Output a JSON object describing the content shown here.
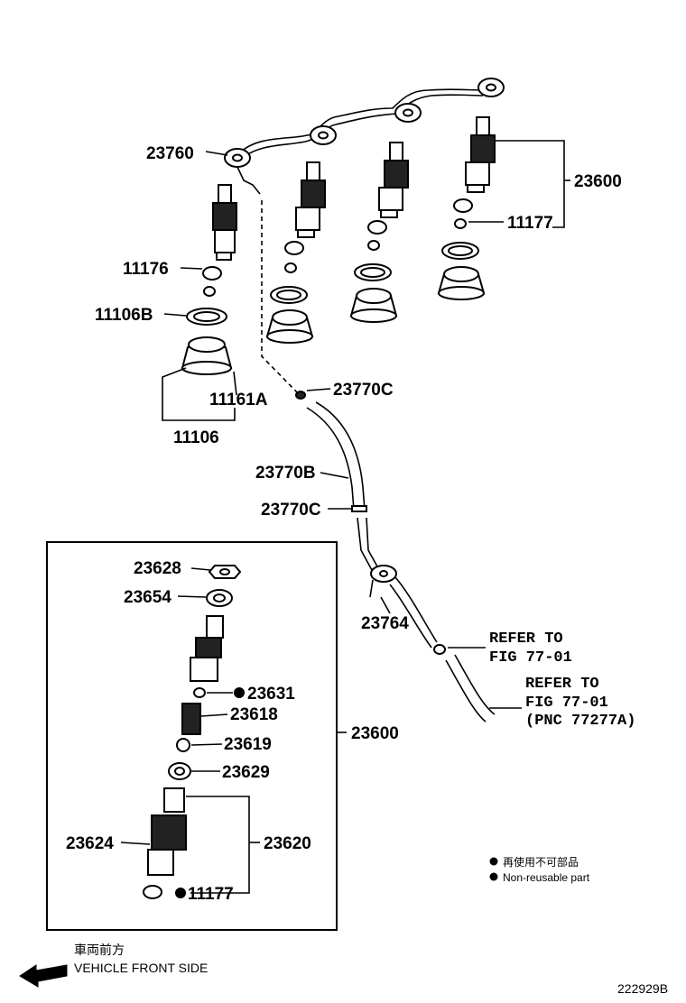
{
  "labels": {
    "p23760": "23760",
    "p23600_top": "23600",
    "p11177_top": "11177",
    "p11176": "11176",
    "p11106B": "11106B",
    "p23770C_a": "23770C",
    "p11161A": "11161A",
    "p11106": "11106",
    "p23770B": "23770B",
    "p23770C_b": "23770C",
    "p23764": "23764",
    "p23628": "23628",
    "p23654": "23654",
    "p23631": "23631",
    "p23618": "23618",
    "p23619": "23619",
    "p23629": "23629",
    "p23624": "23624",
    "p23620": "23620",
    "p11177_box": "11177",
    "p23600_box": "23600"
  },
  "refs": {
    "ref1_line1": "REFER TO",
    "ref1_line2": "FIG 77-01",
    "ref2_line1": "REFER TO",
    "ref2_line2": "FIG 77-01",
    "ref2_line3": "(PNC 77277A)"
  },
  "legend": {
    "jp": "再使用不可部品",
    "en": "Non-reusable part"
  },
  "footer": {
    "front_jp": "車両前方",
    "front_en": "VEHICLE FRONT SIDE",
    "diagram_id": "222929B"
  }
}
